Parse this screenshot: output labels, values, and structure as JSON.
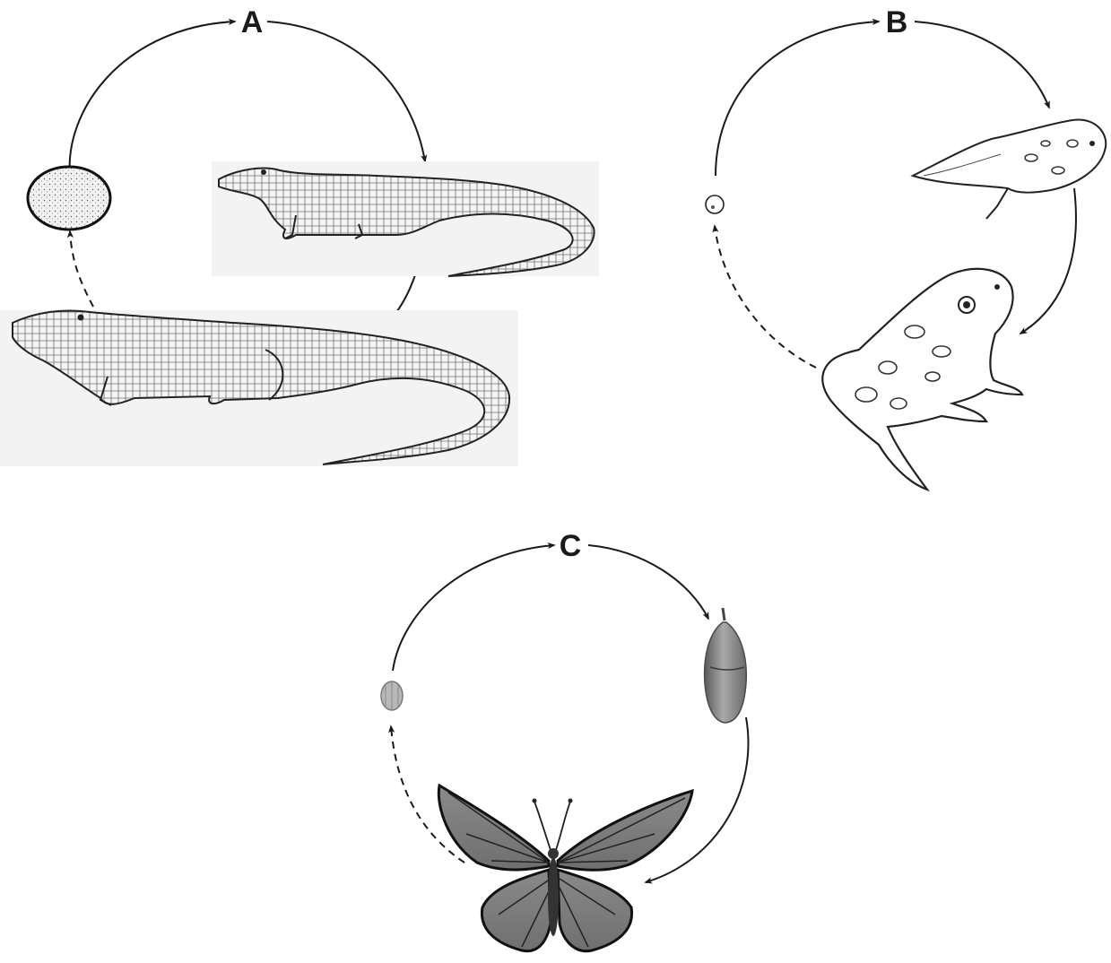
{
  "cycles": {
    "a": {
      "label": "A",
      "stages": [
        "egg",
        "juvenile-alligator",
        "adult-alligator"
      ]
    },
    "b": {
      "label": "B",
      "stages": [
        "egg",
        "tadpole",
        "adult-frog"
      ]
    },
    "c": {
      "label": "C",
      "stages": [
        "egg",
        "chrysalis",
        "adult-butterfly"
      ]
    }
  },
  "colors": {
    "ink": "#1a1a1a",
    "background": "#ffffff",
    "shading": "#8a8a8a"
  }
}
